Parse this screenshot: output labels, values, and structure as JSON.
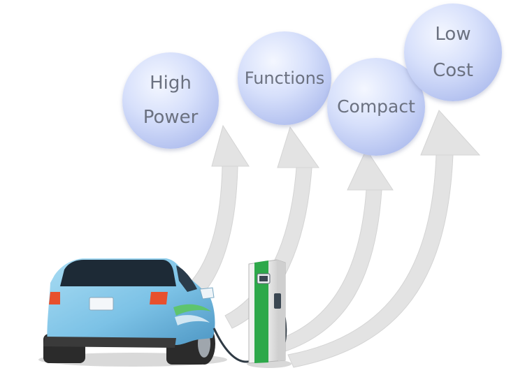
{
  "nodes": [
    {
      "id": "high-power",
      "lines": [
        "High",
        "Power"
      ]
    },
    {
      "id": "functions",
      "lines": [
        "Functions"
      ]
    },
    {
      "id": "compact",
      "lines": [
        "Compact"
      ]
    },
    {
      "id": "low-cost",
      "lines": [
        "Low",
        "Cost"
      ]
    }
  ],
  "colors": {
    "arrow": "#e3e3e3",
    "bubble": "#c3cdf3",
    "bubble_text": "#6b7180",
    "car_body": "#7fc3e6",
    "charger_stripe": "#2da84a"
  },
  "icons": [
    "ev-car-icon",
    "charging-station-icon",
    "charging-cable-icon"
  ]
}
